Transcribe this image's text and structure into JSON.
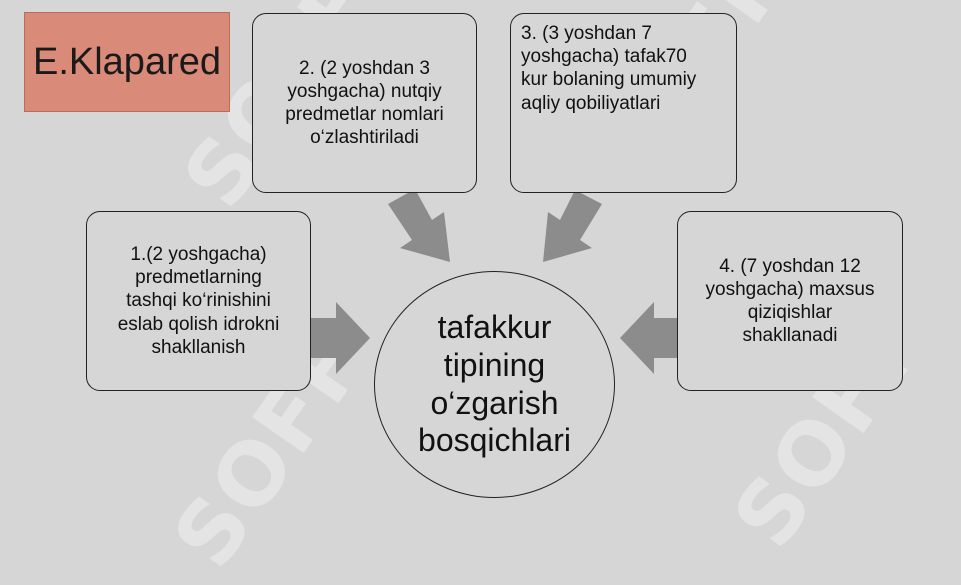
{
  "watermark": "SOFF",
  "title": "E.Klapared",
  "center": {
    "lines": [
      "tafakkur",
      "tipining",
      "o‘zgarish",
      "bosqichlari"
    ]
  },
  "stages": [
    {
      "lines": [
        "2. (2 yoshdan 3",
        "yoshgacha) nutqiy",
        "predmetlar nomlari",
        "o‘zlashtiriladi"
      ]
    },
    {
      "lines": [
        "3. (3 yoshdan 7",
        "yoshgacha) tafak70",
        "kur bolaning umumiy",
        "aqliy qobiliyatlari"
      ]
    },
    {
      "lines": [
        "1.(2 yoshgacha)",
        "predmetlarning",
        "tashqi ko‘rinishini",
        "eslab qolish idrokni",
        "shakllanish"
      ]
    },
    {
      "lines": [
        "4. (7 yoshdan 12",
        "yoshgacha) maxsus",
        "qiziqishlar",
        "shakllanadi"
      ]
    }
  ],
  "colors": {
    "background": "#d6d6d6",
    "title_fill": "#d98a78",
    "arrow": "#8c8c8c",
    "border": "#222222"
  }
}
